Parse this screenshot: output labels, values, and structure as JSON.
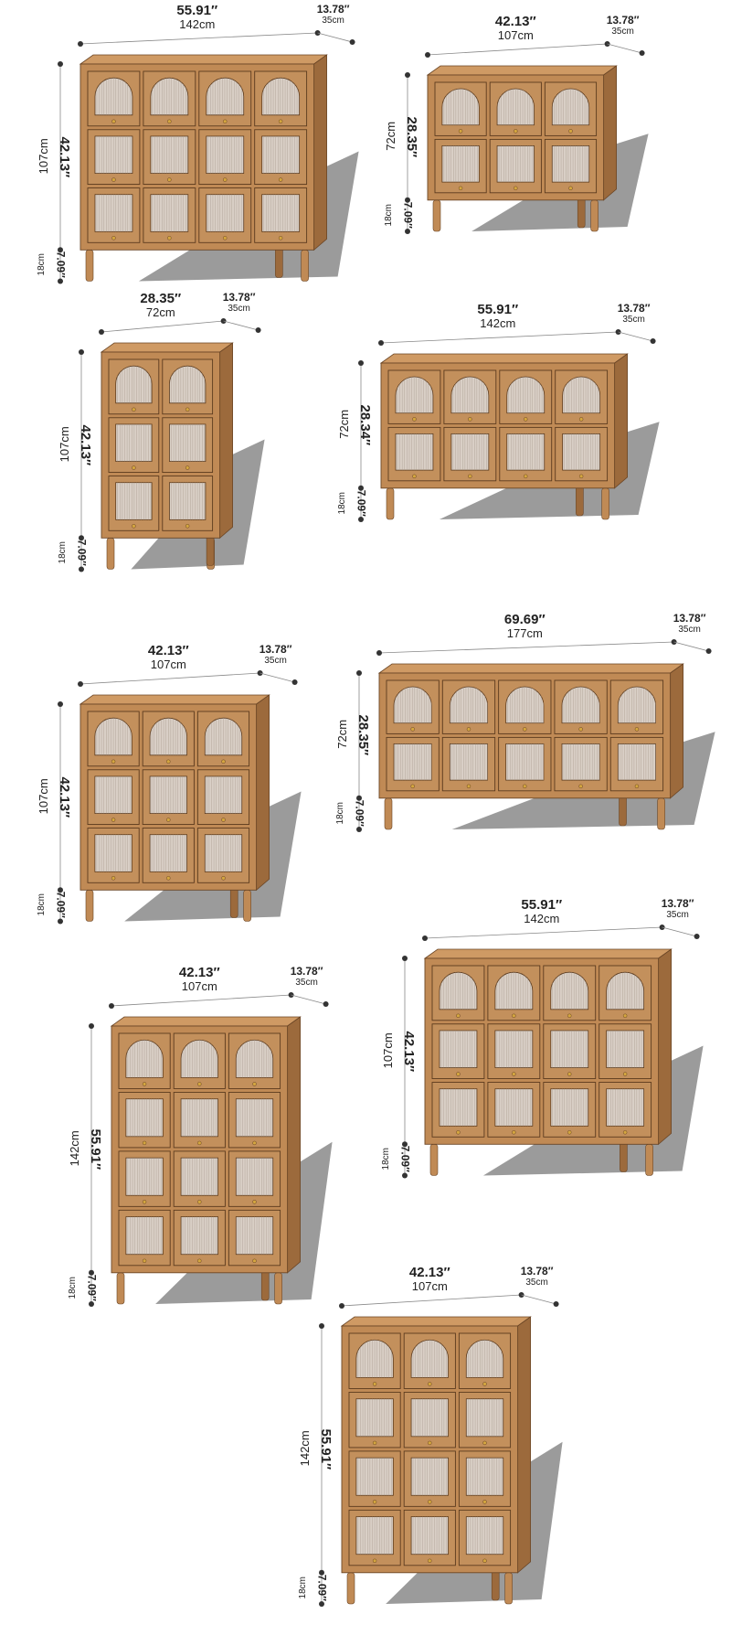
{
  "colors": {
    "wood": "#c08a55",
    "wood_dark": "#9c6a3c",
    "glass": "#d9cfc6",
    "shadow": "#8a8a8a"
  },
  "cabinets": [
    {
      "cols": 4,
      "rows": 3,
      "width_in": "55.91″",
      "width_cm": "142cm",
      "depth_in": "13.78″",
      "depth_cm": "35cm",
      "height_in": "42.13″",
      "height_cm": "107cm",
      "leg_in": "7.09″",
      "leg_cm": "18cm",
      "w": 142,
      "h": 107,
      "leg": 18
    },
    {
      "cols": 3,
      "rows": 2,
      "width_in": "42.13″",
      "width_cm": "107cm",
      "depth_in": "13.78″",
      "depth_cm": "35cm",
      "height_in": "28.35″",
      "height_cm": "72cm",
      "leg_in": "7.09″",
      "leg_cm": "18cm",
      "w": 107,
      "h": 72,
      "leg": 18
    },
    {
      "cols": 2,
      "rows": 3,
      "width_in": "28.35″",
      "width_cm": "72cm",
      "depth_in": "13.78″",
      "depth_cm": "35cm",
      "height_in": "42.13″",
      "height_cm": "107cm",
      "leg_in": "7.09″",
      "leg_cm": "18cm",
      "w": 72,
      "h": 107,
      "leg": 18
    },
    {
      "cols": 4,
      "rows": 2,
      "width_in": "55.91″",
      "width_cm": "142cm",
      "depth_in": "13.78″",
      "depth_cm": "35cm",
      "height_in": "28.34″",
      "height_cm": "72cm",
      "leg_in": "7.09″",
      "leg_cm": "18cm",
      "w": 142,
      "h": 72,
      "leg": 18
    },
    {
      "cols": 3,
      "rows": 3,
      "width_in": "42.13″",
      "width_cm": "107cm",
      "depth_in": "13.78″",
      "depth_cm": "35cm",
      "height_in": "42.13″",
      "height_cm": "107cm",
      "leg_in": "7.09″",
      "leg_cm": "18cm",
      "w": 107,
      "h": 107,
      "leg": 18
    },
    {
      "cols": 5,
      "rows": 2,
      "width_in": "69.69″",
      "width_cm": "177cm",
      "depth_in": "13.78″",
      "depth_cm": "35cm",
      "height_in": "28.35″",
      "height_cm": "72cm",
      "leg_in": "7.09″",
      "leg_cm": "18cm",
      "w": 177,
      "h": 72,
      "leg": 18
    },
    {
      "cols": 3,
      "rows": 4,
      "width_in": "42.13″",
      "width_cm": "107cm",
      "depth_in": "13.78″",
      "depth_cm": "35cm",
      "height_in": "55.91″",
      "height_cm": "142cm",
      "leg_in": "7.09″",
      "leg_cm": "18cm",
      "w": 107,
      "h": 142,
      "leg": 18
    },
    {
      "cols": 4,
      "rows": 3,
      "width_in": "55.91″",
      "width_cm": "142cm",
      "depth_in": "13.78″",
      "depth_cm": "35cm",
      "height_in": "42.13″",
      "height_cm": "107cm",
      "leg_in": "7.09″",
      "leg_cm": "18cm",
      "w": 142,
      "h": 107,
      "leg": 18
    },
    {
      "cols": 3,
      "rows": 4,
      "width_in": "42.13″",
      "width_cm": "107cm",
      "depth_in": "13.78″",
      "depth_cm": "35cm",
      "height_in": "55.91″",
      "height_cm": "142cm",
      "leg_in": "7.09″",
      "leg_cm": "18cm",
      "w": 107,
      "h": 142,
      "leg": 18
    }
  ]
}
